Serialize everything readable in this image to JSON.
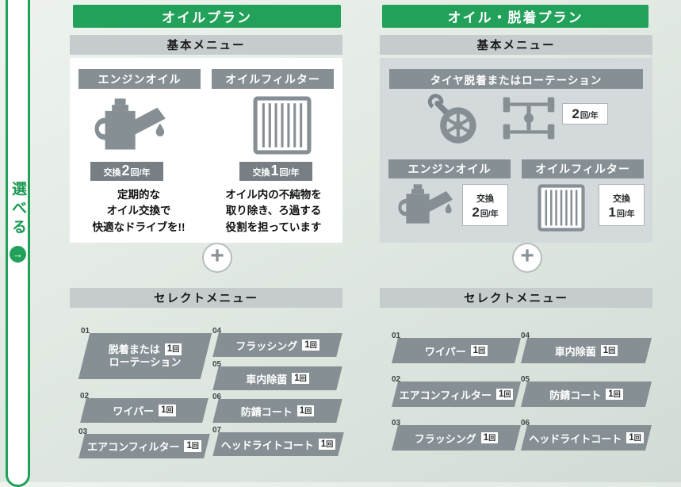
{
  "side_tab": {
    "label": "選べる"
  },
  "icons": {
    "arrow_right": "→",
    "plus": "+"
  },
  "colors": {
    "green": "#21a159",
    "menu_bar": "#c6cbce",
    "dark_gray": "#868f94",
    "badge_dark": "#777f84",
    "panel_gray": "#d4d9db"
  },
  "plan_left": {
    "title": "オイルプラン",
    "basic_menu_label": "基本メニュー",
    "select_menu_label": "セレクトメニュー",
    "engine_oil": {
      "title": "エンジンオイル",
      "badge_label": "交換",
      "badge_count": "2",
      "badge_unit": "回/年",
      "description": "定期的な\nオイル交換で\n快適なドライブを!!"
    },
    "oil_filter": {
      "title": "オイルフィルター",
      "badge_label": "交換",
      "badge_count": "1",
      "badge_unit": "回/年",
      "description": "オイル内の不純物を\n取り除き、ろ過する\n役割を担っています"
    },
    "select_items": [
      {
        "no": "01",
        "label": "脱着または",
        "label2": "ローテーション",
        "badge_count": "1",
        "badge_unit": "回"
      },
      {
        "no": "02",
        "label": "ワイパー",
        "badge_count": "1",
        "badge_unit": "回"
      },
      {
        "no": "03",
        "label": "エアコンフィルター",
        "badge_count": "1",
        "badge_unit": "回"
      },
      {
        "no": "04",
        "label": "フラッシング",
        "badge_count": "1",
        "badge_unit": "回"
      },
      {
        "no": "05",
        "label": "車内除菌",
        "badge_count": "1",
        "badge_unit": "回"
      },
      {
        "no": "06",
        "label": "防錆コート",
        "badge_count": "1",
        "badge_unit": "回"
      },
      {
        "no": "07",
        "label": "ヘッドライトコート",
        "badge_count": "1",
        "badge_unit": "回"
      }
    ]
  },
  "plan_right": {
    "title": "オイル・脱着プラン",
    "basic_menu_label": "基本メニュー",
    "select_menu_label": "セレクトメニュー",
    "tire_service": {
      "title": "タイヤ脱着またはローテーション",
      "badge_count": "2",
      "badge_unit": "回/年"
    },
    "engine_oil": {
      "title": "エンジンオイル",
      "badge_label": "交換",
      "badge_count": "2",
      "badge_unit": "回/年"
    },
    "oil_filter": {
      "title": "オイルフィルター",
      "badge_label": "交換",
      "badge_count": "1",
      "badge_unit": "回/年"
    },
    "select_items": [
      {
        "no": "01",
        "label": "ワイパー",
        "badge_count": "1",
        "badge_unit": "回"
      },
      {
        "no": "02",
        "label": "エアコンフィルター",
        "badge_count": "1",
        "badge_unit": "回"
      },
      {
        "no": "03",
        "label": "フラッシング",
        "badge_count": "1",
        "badge_unit": "回"
      },
      {
        "no": "04",
        "label": "車内除菌",
        "badge_count": "1",
        "badge_unit": "回"
      },
      {
        "no": "05",
        "label": "防錆コート",
        "badge_count": "1",
        "badge_unit": "回"
      },
      {
        "no": "06",
        "label": "ヘッドライトコート",
        "badge_count": "1",
        "badge_unit": "回"
      }
    ]
  }
}
